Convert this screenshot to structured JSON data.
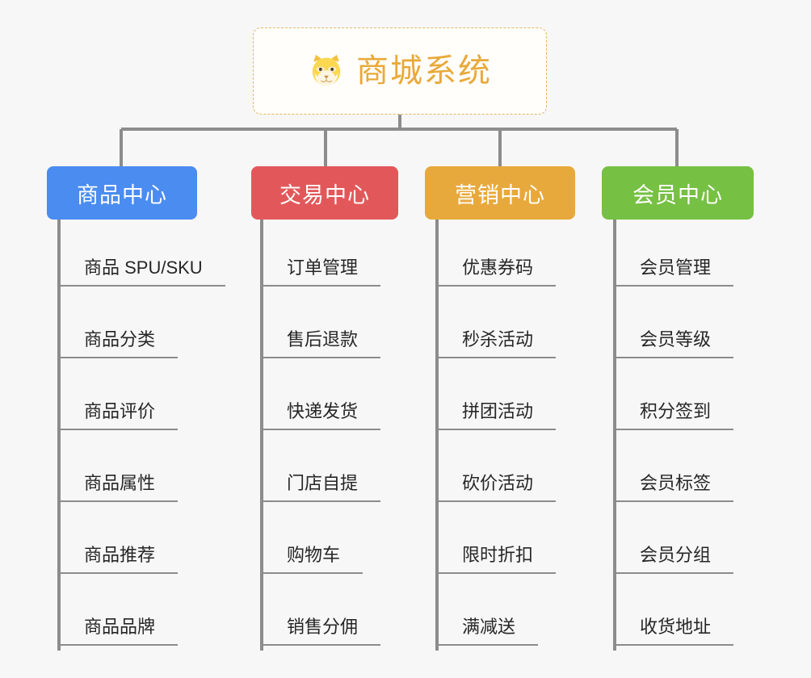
{
  "diagram": {
    "type": "org-chart-mindmap",
    "background_color": "#f7f7f7",
    "connector_color": "#8c8c8c"
  },
  "root": {
    "title": "商城系统",
    "icon": "shiba-dog-face-icon",
    "text_color": "#e9a93a",
    "border_color": "#e8b563",
    "background_color": "#fffefb"
  },
  "categories": [
    {
      "label": "商品中心",
      "color": "#4a8cf0",
      "items": [
        "商品 SPU/SKU",
        "商品分类",
        "商品评价",
        "商品属性",
        "商品推荐",
        "商品品牌"
      ]
    },
    {
      "label": "交易中心",
      "color": "#e2585a",
      "items": [
        "订单管理",
        "售后退款",
        "快递发货",
        "门店自提",
        "购物车",
        "销售分佣"
      ]
    },
    {
      "label": "营销中心",
      "color": "#e8a93c",
      "items": [
        "优惠券码",
        "秒杀活动",
        "拼团活动",
        "砍价活动",
        "限时折扣",
        "满减送"
      ]
    },
    {
      "label": "会员中心",
      "color": "#76c043",
      "items": [
        "会员管理",
        "会员等级",
        "积分签到",
        "会员标签",
        "会员分组",
        "收货地址"
      ]
    }
  ]
}
